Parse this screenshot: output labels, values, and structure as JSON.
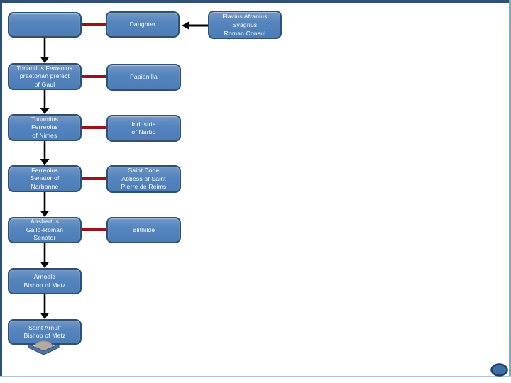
{
  "slide": {
    "background_color": "#ffffff",
    "border_color": "#2d5176"
  },
  "diagram": {
    "type": "family-tree",
    "node_fill_color": "#4f81bd",
    "node_border_color": "#2d5073",
    "node_text_color": "#ffffff",
    "marriage_line_color": "#9e1211",
    "descent_arrow_color": "#000000",
    "nodes": {
      "unnamed_ancestor": "",
      "daughter": "Daughter",
      "flavius": "Flavius Afranius\nSyagrius\nRoman Consul",
      "tonantius_gaul": "Tonantius Ferreolus\npraetorian prefect\nof Gaul",
      "papianilla": "Papianilla",
      "tonantius_nimes": "Tonantius\nFerreolus\nof Nimes",
      "industria": "Industria\nof Narbo",
      "ferreolus_narbonne": "Ferreolus\nSenator of\nNarbonne",
      "dode": "Saint Dode\nAbbess of Saint\nPierre de Reims",
      "ansbertus": "Ansbertus\nGallo-Roman\nSenator",
      "blithilde": "Blithilde",
      "arnoald": "Arnoald\nBishop of Metz",
      "arnulf": "Saint Arnulf\nBishop of Metz"
    }
  }
}
